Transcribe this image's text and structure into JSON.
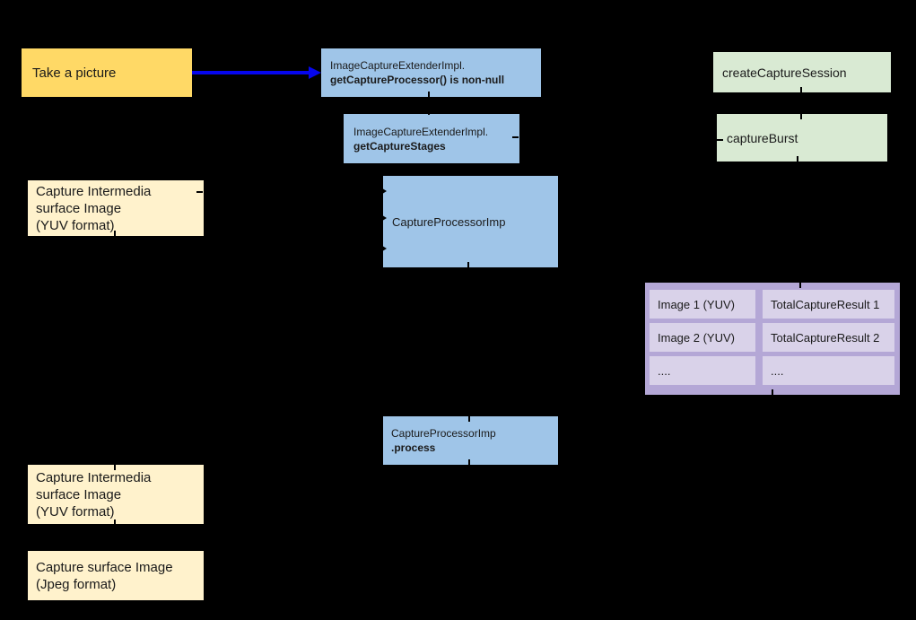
{
  "diagram": {
    "background_color": "#000000",
    "arrow_color": "#0606EE",
    "palette": {
      "yellow": "#FFD966",
      "cream": "#FFF2CC",
      "blue": "#9FC5E8",
      "green": "#D9EAD3",
      "purple_outer": "#B4A7D6",
      "purple_cell": "#D9D2E9"
    },
    "boxes": {
      "take_picture": {
        "label": "Take a picture"
      },
      "get_capture_processor": {
        "line1": "ImageCaptureExtenderImpl.",
        "line2": "getCaptureProcessor() is non-null"
      },
      "get_capture_stages": {
        "line1": "ImageCaptureExtenderImpl.",
        "line2": "getCaptureStages"
      },
      "capture_intermedia_top": {
        "lines": [
          "Capture Intermedia",
          "surface Image",
          "(YUV format)"
        ]
      },
      "capture_processor_imp": {
        "label": "CaptureProcessorImp"
      },
      "create_capture_session": {
        "label": "createCaptureSession"
      },
      "capture_burst": {
        "label": "captureBurst"
      },
      "capture_processor_process": {
        "line1": "CaptureProcessorImp",
        "line2": ".process"
      },
      "capture_intermedia_bottom": {
        "lines": [
          "Capture Intermedia",
          "surface Image",
          "(YUV format)"
        ]
      },
      "capture_surface_jpeg": {
        "lines": [
          "Capture surface Image",
          "(Jpeg format)"
        ]
      }
    },
    "result_table": {
      "rows": [
        [
          "Image 1 (YUV)",
          "TotalCaptureResult 1"
        ],
        [
          "Image 2 (YUV)",
          "TotalCaptureResult 2"
        ],
        [
          "....",
          "...."
        ]
      ]
    }
  }
}
